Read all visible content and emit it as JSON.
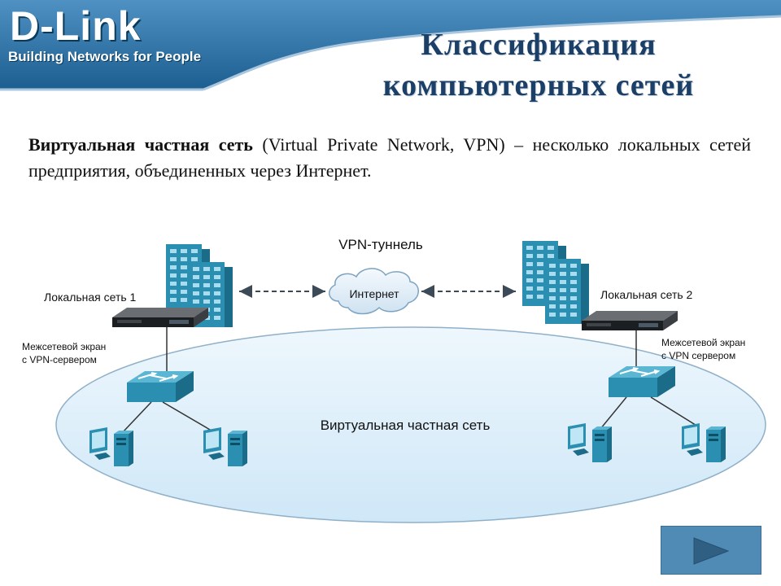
{
  "header": {
    "logo": "D-Link",
    "tagline": "Building Networks for People",
    "title_line1": "Классификация",
    "title_line2": "компьютерных сетей"
  },
  "intro": {
    "term": "Виртуальная частная сеть",
    "definition": " (Virtual Private Network, VPN) – несколько локальных сетей предприятия, объединенных через Интернет."
  },
  "diagram": {
    "tunnel_label": "VPN-туннель",
    "internet_label": "Интернет",
    "lan1_label": "Локальная сеть 1",
    "lan2_label": "Локальная сеть 2",
    "firewall1_line1": "Межсетевой экран",
    "firewall1_line2": "с VPN-сервером",
    "firewall2_line1": "Межсетевой экран",
    "firewall2_line2": "с VPN сервером",
    "vpn_label": "Виртуальная частная сеть"
  },
  "colors": {
    "header_blue": "#1f5f8f",
    "title": "#1b3f66",
    "ellipse_fill": "#dbeefa",
    "device_teal": "#2a8fb0",
    "nav_button": "#4f8bb5"
  },
  "nav": {
    "icon": "play-arrow-icon"
  }
}
